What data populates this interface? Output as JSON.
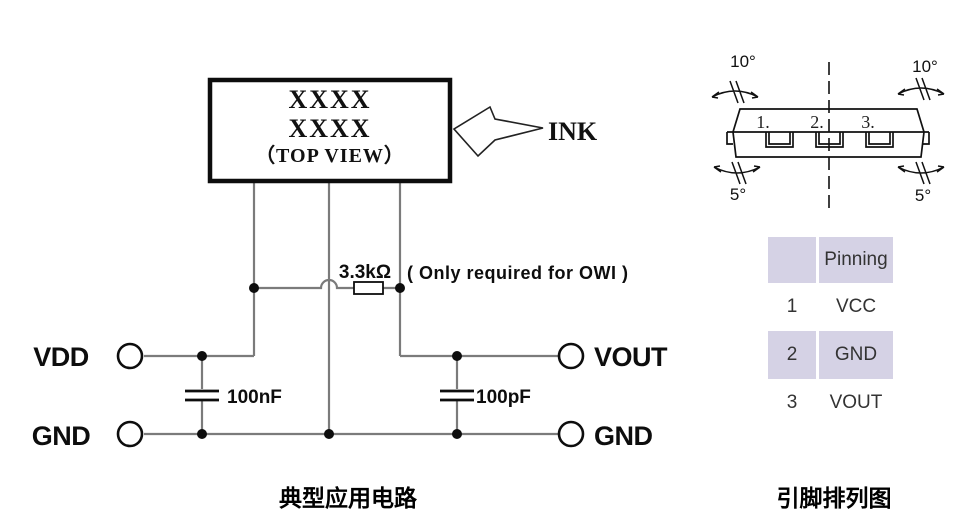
{
  "circuit": {
    "caption": "典型应用电路",
    "chip": {
      "line1": "XXXX",
      "line2": "XXXX",
      "line3": "（TOP VIEW）"
    },
    "ink_label": "INK",
    "resistor_value": "3.3kΩ",
    "resistor_note": "( Only required for OWI )",
    "cap_left_value": "100nF",
    "cap_right_value": "100pF",
    "terminal_vdd": "VDD",
    "terminal_gnd_left": "GND",
    "terminal_vout": "VOUT",
    "terminal_gnd_right": "GND"
  },
  "pinout": {
    "caption": "引脚排列图",
    "angles": {
      "top_left": "10°",
      "top_right": "10°",
      "bottom_left": "5°",
      "bottom_right": "5°"
    },
    "pin_marks": [
      "1.",
      "2.",
      "3."
    ],
    "table": {
      "header": "Pinning",
      "rows": [
        {
          "pin": "1",
          "name": "VCC"
        },
        {
          "pin": "2",
          "name": "GND"
        },
        {
          "pin": "3",
          "name": "VOUT"
        }
      ]
    }
  },
  "colors": {
    "table_accent": "#d5d2e5",
    "wire_gray": "#7b7b7b",
    "line_black": "#111111"
  }
}
